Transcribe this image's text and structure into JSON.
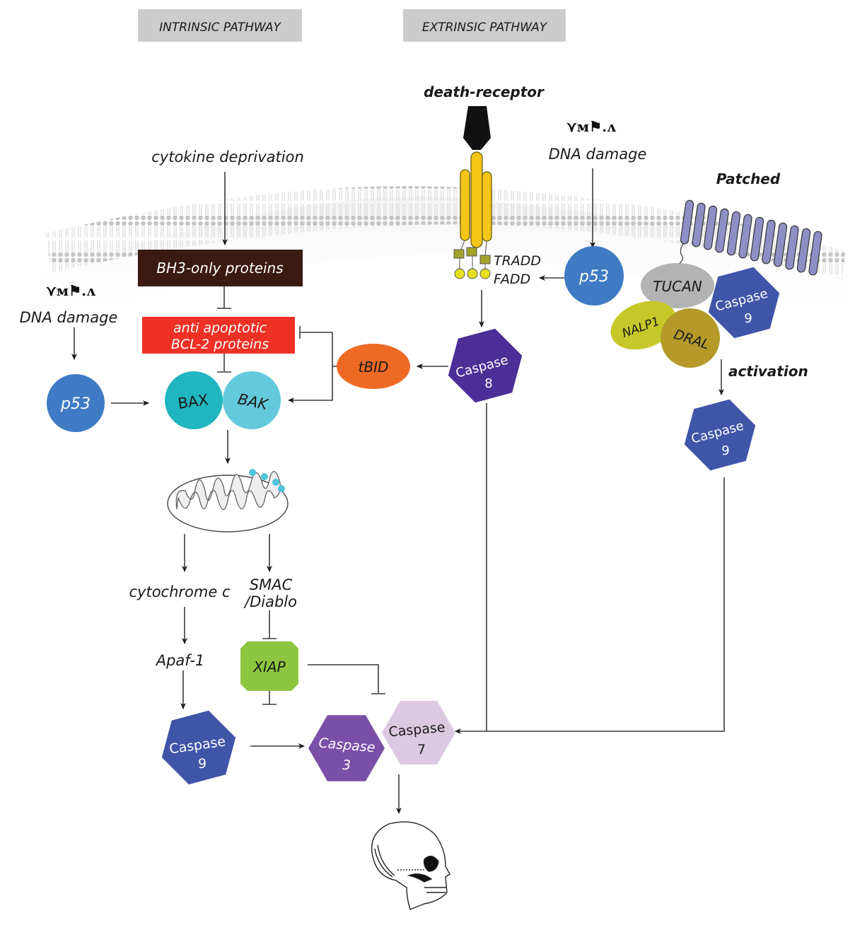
{
  "headers": {
    "intrinsic": "INTRINSIC PATHWAY",
    "extrinsic": "EXTRINSIC PATHWAY"
  },
  "stimuli": {
    "death_receptor": "death-receptor",
    "dna_damage_right": "DNA damage",
    "dna_damage_left": "DNA damage",
    "cytokine_deprivation": "cytokine deprivation",
    "patched": "Patched",
    "activation": "activation"
  },
  "nodes": {
    "bh3": "BH3-only proteins",
    "bcl2_line1": "anti apoptotic",
    "bcl2_line2": "BCL-2 proteins",
    "p53_left": "p53",
    "p53_right": "p53",
    "bax": "BAX",
    "bak": "BAK",
    "tbid": "tBID",
    "tradd": "TRADD",
    "fadd": "FADD",
    "tucan": "TUCAN",
    "nalp1": "NALP1",
    "dral": "DRAL",
    "casp9_complex": {
      "name": "Caspase",
      "num": "9"
    },
    "casp9_activated": {
      "name": "Caspase",
      "num": "9"
    },
    "casp8": {
      "name": "Caspase",
      "num": "8"
    },
    "cytochrome_c": "cytochrome c",
    "smac_line1": "SMAC",
    "smac_line2": "/Diablo",
    "apaf1": "Apaf-1",
    "xiap": "XIAP",
    "casp9_apoptosome": {
      "name": "Caspase",
      "num": "9"
    },
    "casp3": {
      "name": "Caspase",
      "num": "3"
    },
    "casp7": {
      "name": "Caspase",
      "num": "7"
    }
  },
  "colors": {
    "header_bg": "#cccccc",
    "bh3": "#3b1a12",
    "bcl2": "#ee3124",
    "p53": "#3f7bc4",
    "bax": "#20b5bf",
    "bak": "#63c9dc",
    "tbid": "#ee6a24",
    "casp8": "#4a2f96",
    "casp9": "#3f55a8",
    "casp3": "#7a4fa8",
    "casp7": "#dcc8e0",
    "xiap": "#8cc63f",
    "tucan": "#b3b3b3",
    "nalp1": "#c6c82a",
    "dral": "#b59a2a",
    "receptor": "#f5c518",
    "patched": "#8f8fc6",
    "membrane": "#c8c8c8"
  }
}
